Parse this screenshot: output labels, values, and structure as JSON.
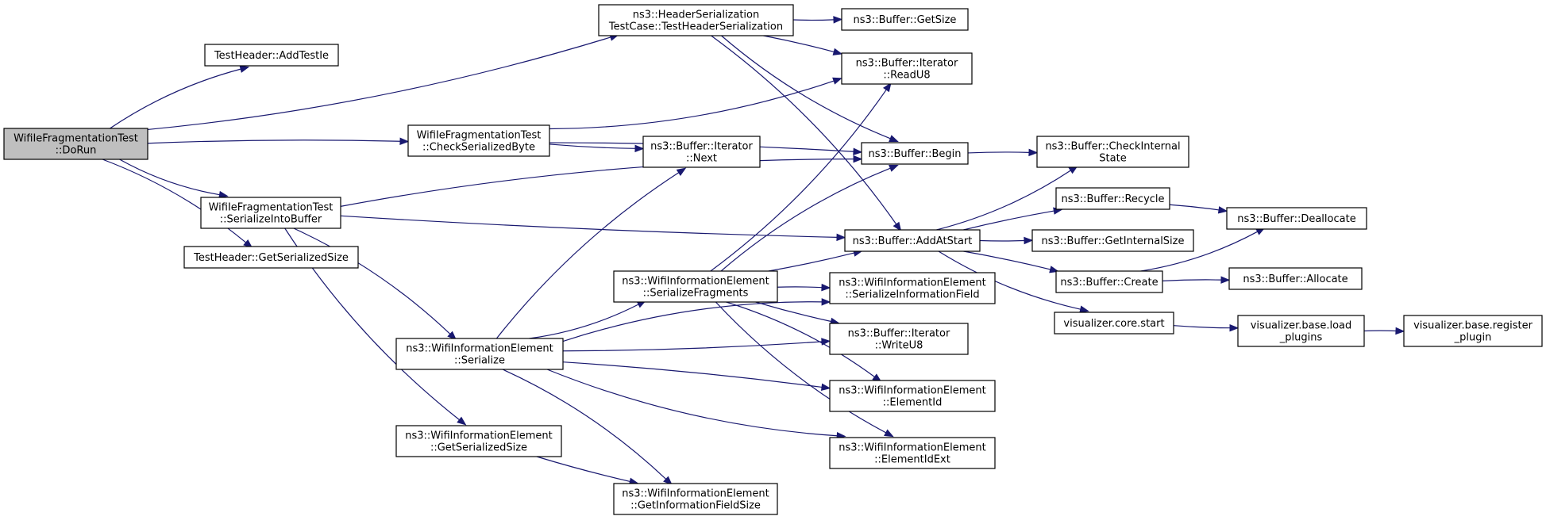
{
  "diagram": {
    "type": "call-graph",
    "colors": {
      "edge": "#191970",
      "node_border": "#000000",
      "root_fill": "#bfbfbf",
      "node_fill": "#ffffff"
    },
    "nodes": [
      {
        "id": "dorun",
        "lines": [
          "WifiIeFragmentationTest",
          "::DoRun"
        ],
        "root": true
      },
      {
        "id": "addtestie",
        "lines": [
          "TestHeader::AddTestIe"
        ]
      },
      {
        "id": "hdrser",
        "lines": [
          "ns3::HeaderSerialization",
          "TestCase::TestHeaderSerialization"
        ]
      },
      {
        "id": "checkbyte",
        "lines": [
          "WifiIeFragmentationTest",
          "::CheckSerializedByte"
        ]
      },
      {
        "id": "serbuf",
        "lines": [
          "WifiIeFragmentationTest",
          "::SerializeIntoBuffer"
        ]
      },
      {
        "id": "getsersize",
        "lines": [
          "TestHeader::GetSerializedSize"
        ]
      },
      {
        "id": "bufgetsize",
        "lines": [
          "ns3::Buffer::GetSize"
        ]
      },
      {
        "id": "readu8",
        "lines": [
          "ns3::Buffer::Iterator",
          "::ReadU8"
        ]
      },
      {
        "id": "next",
        "lines": [
          "ns3::Buffer::Iterator",
          "::Next"
        ]
      },
      {
        "id": "begin",
        "lines": [
          "ns3::Buffer::Begin"
        ]
      },
      {
        "id": "checkinternal",
        "lines": [
          "ns3::Buffer::CheckInternal",
          "State"
        ]
      },
      {
        "id": "addatstart",
        "lines": [
          "ns3::Buffer::AddAtStart"
        ]
      },
      {
        "id": "recycle",
        "lines": [
          "ns3::Buffer::Recycle"
        ]
      },
      {
        "id": "dealloc",
        "lines": [
          "ns3::Buffer::Deallocate"
        ]
      },
      {
        "id": "getinternalsize",
        "lines": [
          "ns3::Buffer::GetInternalSize"
        ]
      },
      {
        "id": "create",
        "lines": [
          "ns3::Buffer::Create"
        ]
      },
      {
        "id": "allocate",
        "lines": [
          "ns3::Buffer::Allocate"
        ]
      },
      {
        "id": "serfrag",
        "lines": [
          "ns3::WifiInformationElement",
          "::SerializeFragments"
        ]
      },
      {
        "id": "serinfofield",
        "lines": [
          "ns3::WifiInformationElement",
          "::SerializeInformationField"
        ]
      },
      {
        "id": "vcstart",
        "lines": [
          "visualizer.core.start"
        ]
      },
      {
        "id": "loadplugins",
        "lines": [
          "visualizer.base.load",
          "_plugins"
        ]
      },
      {
        "id": "regplugin",
        "lines": [
          "visualizer.base.register",
          "_plugin"
        ]
      },
      {
        "id": "wiserialize",
        "lines": [
          "ns3::WifiInformationElement",
          "::Serialize"
        ]
      },
      {
        "id": "writeu8",
        "lines": [
          "ns3::Buffer::Iterator",
          "::WriteU8"
        ]
      },
      {
        "id": "elementid",
        "lines": [
          "ns3::WifiInformationElement",
          "::ElementId"
        ]
      },
      {
        "id": "wigetsersize",
        "lines": [
          "ns3::WifiInformationElement",
          "::GetSerializedSize"
        ]
      },
      {
        "id": "elementidext",
        "lines": [
          "ns3::WifiInformationElement",
          "::ElementIdExt"
        ]
      },
      {
        "id": "getinfofieldsize",
        "lines": [
          "ns3::WifiInformationElement",
          "::GetInformationFieldSize"
        ]
      }
    ],
    "edges": [
      [
        "dorun",
        "addtestie"
      ],
      [
        "dorun",
        "hdrser"
      ],
      [
        "dorun",
        "checkbyte"
      ],
      [
        "dorun",
        "serbuf"
      ],
      [
        "dorun",
        "getsersize"
      ],
      [
        "hdrser",
        "bufgetsize"
      ],
      [
        "hdrser",
        "readu8"
      ],
      [
        "hdrser",
        "begin"
      ],
      [
        "hdrser",
        "addatstart"
      ],
      [
        "checkbyte",
        "readu8"
      ],
      [
        "checkbyte",
        "begin"
      ],
      [
        "checkbyte",
        "next"
      ],
      [
        "serbuf",
        "begin"
      ],
      [
        "serbuf",
        "addatstart"
      ],
      [
        "serbuf",
        "wiserialize"
      ],
      [
        "serbuf",
        "wigetsersize"
      ],
      [
        "begin",
        "checkinternal"
      ],
      [
        "addatstart",
        "checkinternal"
      ],
      [
        "addatstart",
        "recycle"
      ],
      [
        "addatstart",
        "getinternalsize"
      ],
      [
        "addatstart",
        "create"
      ],
      [
        "addatstart",
        "vcstart"
      ],
      [
        "recycle",
        "dealloc"
      ],
      [
        "create",
        "dealloc"
      ],
      [
        "create",
        "allocate"
      ],
      [
        "vcstart",
        "loadplugins"
      ],
      [
        "loadplugins",
        "regplugin"
      ],
      [
        "serfrag",
        "readu8"
      ],
      [
        "serfrag",
        "begin"
      ],
      [
        "serfrag",
        "addatstart"
      ],
      [
        "serfrag",
        "serinfofield"
      ],
      [
        "serfrag",
        "writeu8"
      ],
      [
        "serfrag",
        "elementid"
      ],
      [
        "serfrag",
        "elementidext"
      ],
      [
        "wiserialize",
        "next"
      ],
      [
        "wiserialize",
        "serfrag"
      ],
      [
        "wiserialize",
        "serinfofield"
      ],
      [
        "wiserialize",
        "writeu8"
      ],
      [
        "wiserialize",
        "elementid"
      ],
      [
        "wiserialize",
        "elementidext"
      ],
      [
        "wiserialize",
        "getinfofieldsize"
      ],
      [
        "wigetsersize",
        "getinfofieldsize"
      ]
    ]
  }
}
